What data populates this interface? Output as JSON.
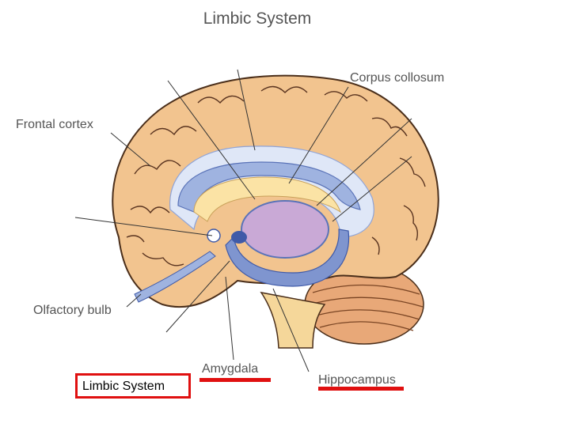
{
  "title": "Limbic System",
  "labels": {
    "corpus_collosum": "Corpus collosum",
    "frontal_cortex": "Frontal cortex",
    "olfactory_bulb": "Olfactory bulb",
    "amygdala": "Amygdala",
    "hippocampus": "Hippocampus"
  },
  "caption_box": {
    "text": "Limbic System"
  },
  "colors": {
    "cortex": "#f2c48f",
    "cortex_outline": "#4a2e1a",
    "limbic_blue": "#9fb3e0",
    "pale_blue": "#dfe7f7",
    "cream": "#fbe3a5",
    "thalamus": "#c9a9d6",
    "cerebellum": "#e8a878",
    "accent_red": "#e01010"
  }
}
